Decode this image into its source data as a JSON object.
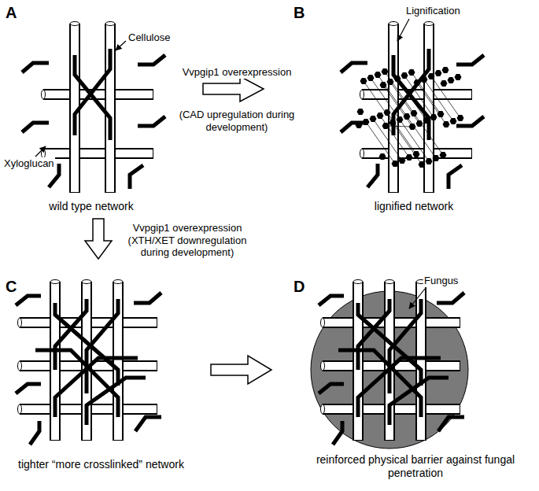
{
  "diagram": {
    "labels": [
      "A",
      "Cellulose",
      "Lignification",
      "B",
      "Xyloglucan",
      "Vvpgip1 overexpression",
      "(CAD upregulation during development)",
      "wild type network",
      "lignified network",
      "Vvpgip1 overexpression (XTH/XET downregulation during development)",
      "C",
      "D",
      "Fungus",
      "tighter “more crosslinked” network",
      "reinforced physical barrier against fungal penetration"
    ]
  }
}
